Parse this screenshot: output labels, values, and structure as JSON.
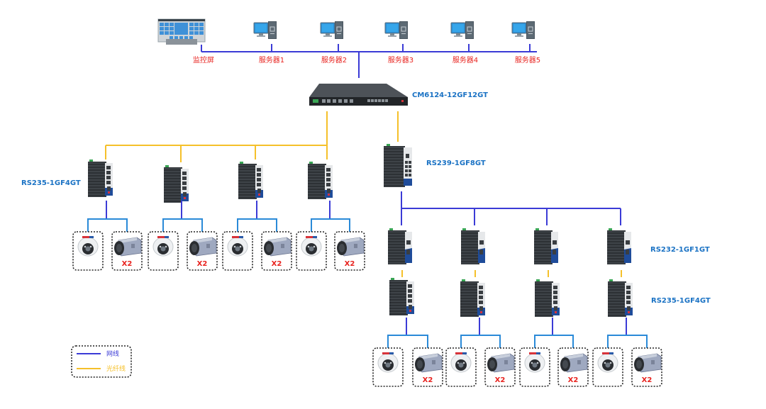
{
  "colors": {
    "network_line": "#3b3bd6",
    "fiber_line": "#f5c02a",
    "camera_link": "#2a8ad8",
    "device_label": "#e8231f",
    "model_label": "#1a72c4"
  },
  "top_devices": [
    {
      "type": "monitor-wall",
      "label": "监控屏"
    },
    {
      "type": "server",
      "label": "服务器1"
    },
    {
      "type": "server",
      "label": "服务器2"
    },
    {
      "type": "server",
      "label": "服务器3"
    },
    {
      "type": "server",
      "label": "服务器4"
    },
    {
      "type": "server",
      "label": "服务器5"
    }
  ],
  "core_switch": {
    "model": "CM6124-12GF12GT"
  },
  "left_branch": {
    "switch_model": "RS235-1GF4GT",
    "switch_count": 4,
    "groups": [
      {
        "cameras": [
          {
            "type": "dome",
            "qty": ""
          },
          {
            "type": "box",
            "qty": "X2"
          }
        ]
      },
      {
        "cameras": [
          {
            "type": "dome",
            "qty": ""
          },
          {
            "type": "box",
            "qty": "X2"
          }
        ]
      },
      {
        "cameras": [
          {
            "type": "dome",
            "qty": ""
          },
          {
            "type": "box",
            "qty": "X2"
          }
        ]
      },
      {
        "cameras": [
          {
            "type": "dome",
            "qty": ""
          },
          {
            "type": "box",
            "qty": "X2"
          }
        ]
      }
    ]
  },
  "right_branch": {
    "aggregation_model": "RS239-1GF8GT",
    "media_converter_model": "RS232-1GF1GT",
    "access_switch_model": "RS235-1GF4GT",
    "groups": [
      {
        "cameras": [
          {
            "type": "dome",
            "qty": ""
          },
          {
            "type": "box",
            "qty": "X2"
          }
        ]
      },
      {
        "cameras": [
          {
            "type": "dome",
            "qty": ""
          },
          {
            "type": "box",
            "qty": "X2"
          }
        ]
      },
      {
        "cameras": [
          {
            "type": "dome",
            "qty": ""
          },
          {
            "type": "box",
            "qty": "X2"
          }
        ]
      },
      {
        "cameras": [
          {
            "type": "dome",
            "qty": ""
          },
          {
            "type": "box",
            "qty": "X2"
          }
        ]
      }
    ]
  },
  "legend": [
    {
      "kind": "network",
      "label": "网线"
    },
    {
      "kind": "fiber",
      "label": "光纤线"
    }
  ]
}
